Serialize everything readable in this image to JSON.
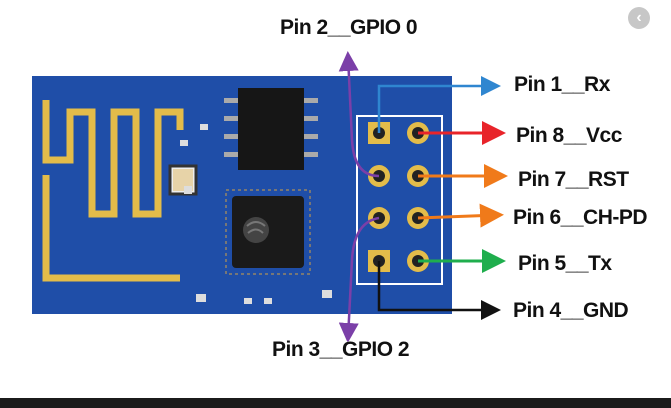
{
  "diagram": {
    "pins": [
      {
        "id": "pin1",
        "label": "Pin 1__Rx",
        "color": "#2f86d0"
      },
      {
        "id": "pin2",
        "label": "Pin 2__GPIO 0",
        "color": "#7b3fa8"
      },
      {
        "id": "pin3",
        "label": "Pin 3__GPIO 2",
        "color": "#7b3fa8"
      },
      {
        "id": "pin4",
        "label": "Pin 4__GND",
        "color": "#111111"
      },
      {
        "id": "pin5",
        "label": "Pin 5__Tx",
        "color": "#1fae4d"
      },
      {
        "id": "pin6",
        "label": "Pin 6__CH-PD",
        "color": "#f07a1a"
      },
      {
        "id": "pin7",
        "label": "Pin 7__RST",
        "color": "#f07a1a"
      },
      {
        "id": "pin8",
        "label": "Pin 8__Vcc",
        "color": "#e8242a"
      }
    ],
    "board_color": "#1f4ea8",
    "close_icon": "chevron-left-icon"
  }
}
